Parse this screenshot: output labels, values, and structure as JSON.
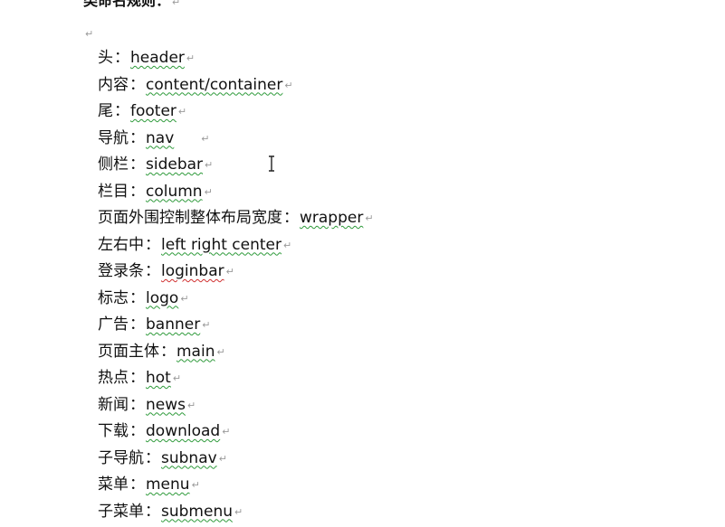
{
  "document": {
    "heading": "类命名规则：",
    "paragraph_mark": "↵",
    "entries": [
      {
        "term": "头",
        "sep": "：",
        "value": "header"
      },
      {
        "term": "内容",
        "sep": "：",
        "value": "content/container"
      },
      {
        "term": "尾",
        "sep": "：",
        "value": "footer"
      },
      {
        "term": "导航",
        "sep": "：",
        "value": "nav"
      },
      {
        "term": "侧栏",
        "sep": "：",
        "value": "sidebar"
      },
      {
        "term": "栏目",
        "sep": "：",
        "value": "column"
      },
      {
        "term": "页面外围控制整体布局宽度",
        "sep": "：",
        "value": "wrapper"
      },
      {
        "term": "左右中",
        "sep": "：",
        "value": "left right center"
      },
      {
        "term": "登录条",
        "sep": "：",
        "value": "loginbar"
      },
      {
        "term": "标志",
        "sep": "：",
        "value": "logo"
      },
      {
        "term": "广告",
        "sep": "：",
        "value": "banner"
      },
      {
        "term": "页面主体",
        "sep": "：",
        "value": "main"
      },
      {
        "term": "热点",
        "sep": "：",
        "value": "hot"
      },
      {
        "term": "新闻",
        "sep": "：",
        "value": "news"
      },
      {
        "term": "下载",
        "sep": "：",
        "value": "download"
      },
      {
        "term": "子导航",
        "sep": "：",
        "value": "subnav"
      },
      {
        "term": "菜单",
        "sep": "：",
        "value": "menu"
      },
      {
        "term": "子菜单",
        "sep": "：",
        "value": "submenu"
      }
    ]
  },
  "colors": {
    "spellcheck_green": "#2e9a3a",
    "spellcheck_red": "#d03030",
    "formatting_mark": "#9a9a9a"
  },
  "icons": {
    "cursor": "text-cursor-icon"
  }
}
